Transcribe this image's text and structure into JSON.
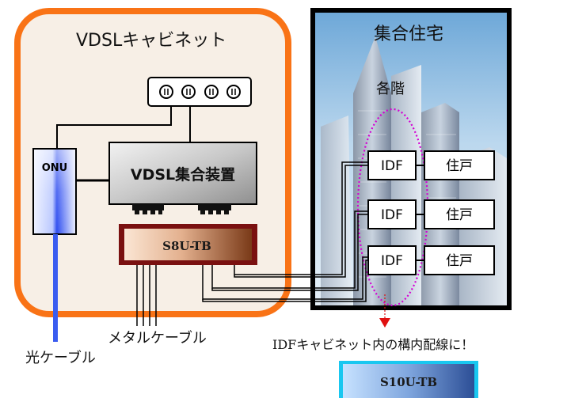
{
  "cabinet": {
    "title": "VDSLキャビネット"
  },
  "building": {
    "title": "集合住宅",
    "floor_label": "各階"
  },
  "onu": {
    "label": "ONU"
  },
  "vdsl_unit": {
    "label": "VDSL集合装置"
  },
  "s8u": {
    "label": "S8U-TB"
  },
  "idf_units": [
    {
      "idf": "IDF",
      "unit": "住戸"
    },
    {
      "idf": "IDF",
      "unit": "住戸"
    },
    {
      "idf": "IDF",
      "unit": "住戸"
    }
  ],
  "metal_cable": {
    "label": "メタルケーブル"
  },
  "fiber_cable": {
    "label": "光ケーブル"
  },
  "note": {
    "label": "IDFキャビネット内の構内配線に！"
  },
  "s10u": {
    "label": "S10U-TB"
  },
  "colors": {
    "cabinet_border": "#f97316",
    "cabinet_fill": "#f7efe6",
    "s8u_border": "#7a1010",
    "s10u_border": "#19c7f0",
    "fiber": "#3a5cf0",
    "pointer": "#e01010",
    "floor_outline": "#d400d4"
  }
}
